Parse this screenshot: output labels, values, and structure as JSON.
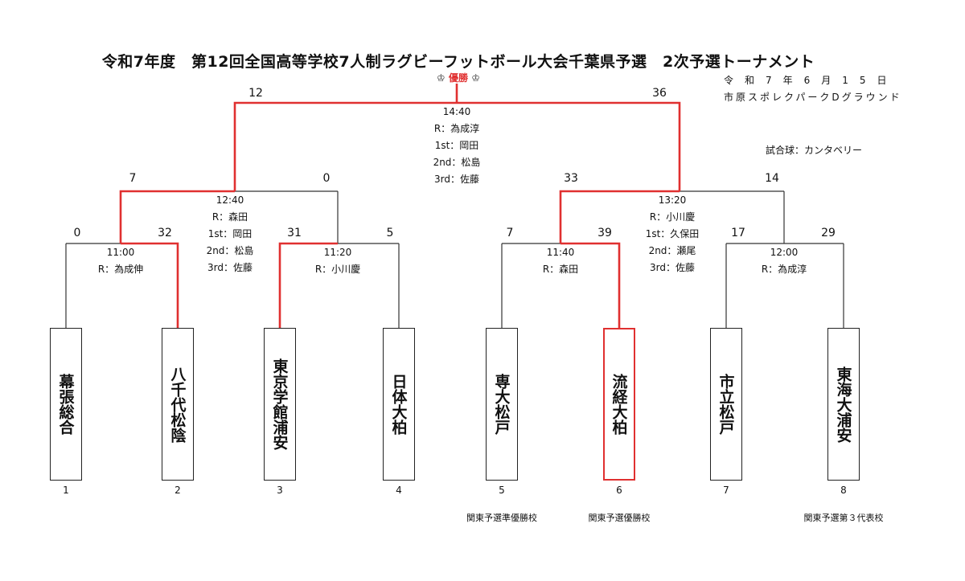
{
  "title": "令和7年度　第12回全国高等学校7人制ラグビーフットボール大会千葉県予選　2次予選トーナメント",
  "champion": {
    "crown_icon": "♔",
    "label": "優勝"
  },
  "info": {
    "date": "令和7年6月15日",
    "venue": "市原スポレクパークDグラウンド"
  },
  "match_ball": "試合球：カンタベリー",
  "colors": {
    "winner": "#e03030",
    "line": "#333333"
  },
  "scores": {
    "final_left": "12",
    "final_right": "36",
    "sf_left_a": "7",
    "sf_left_b": "0",
    "sf_right_a": "33",
    "sf_right_b": "14",
    "qf1_a": "0",
    "qf1_b": "32",
    "qf2_a": "31",
    "qf2_b": "5",
    "qf3_a": "7",
    "qf3_b": "39",
    "qf4_a": "17",
    "qf4_b": "29"
  },
  "matches": {
    "final": {
      "time": "14:40",
      "r": "R：為成淳",
      "first": "1st：岡田",
      "second": "2nd：松島",
      "third": "3rd：佐藤"
    },
    "sf_left": {
      "time": "12:40",
      "r": "R：森田",
      "first": "1st：岡田",
      "second": "2nd：松島",
      "third": "3rd：佐藤"
    },
    "sf_right": {
      "time": "13:20",
      "r": "R：小川慶",
      "first": "1st：久保田",
      "second": "2nd：瀬尾",
      "third": "3rd：佐藤"
    },
    "qf1": {
      "time": "11:00",
      "r": "R：為成伸"
    },
    "qf2": {
      "time": "11:20",
      "r": "R：小川慶"
    },
    "qf3": {
      "time": "11:40",
      "r": "R：森田"
    },
    "qf4": {
      "time": "12:00",
      "r": "R：為成淳"
    }
  },
  "teams": [
    {
      "name": "幕張総合",
      "seed": "1"
    },
    {
      "name": "八千代松陰",
      "seed": "2"
    },
    {
      "name": "東京学館浦安",
      "seed": "3"
    },
    {
      "name": "日体大柏",
      "seed": "4"
    },
    {
      "name": "専大松戸",
      "seed": "5"
    },
    {
      "name": "流経大柏",
      "seed": "6"
    },
    {
      "name": "市立松戸",
      "seed": "7"
    },
    {
      "name": "東海大浦安",
      "seed": "8"
    }
  ],
  "notes": {
    "t5": "関東予選準優勝校",
    "t6": "関東予選優勝校",
    "t8": "関東予選第３代表校"
  }
}
